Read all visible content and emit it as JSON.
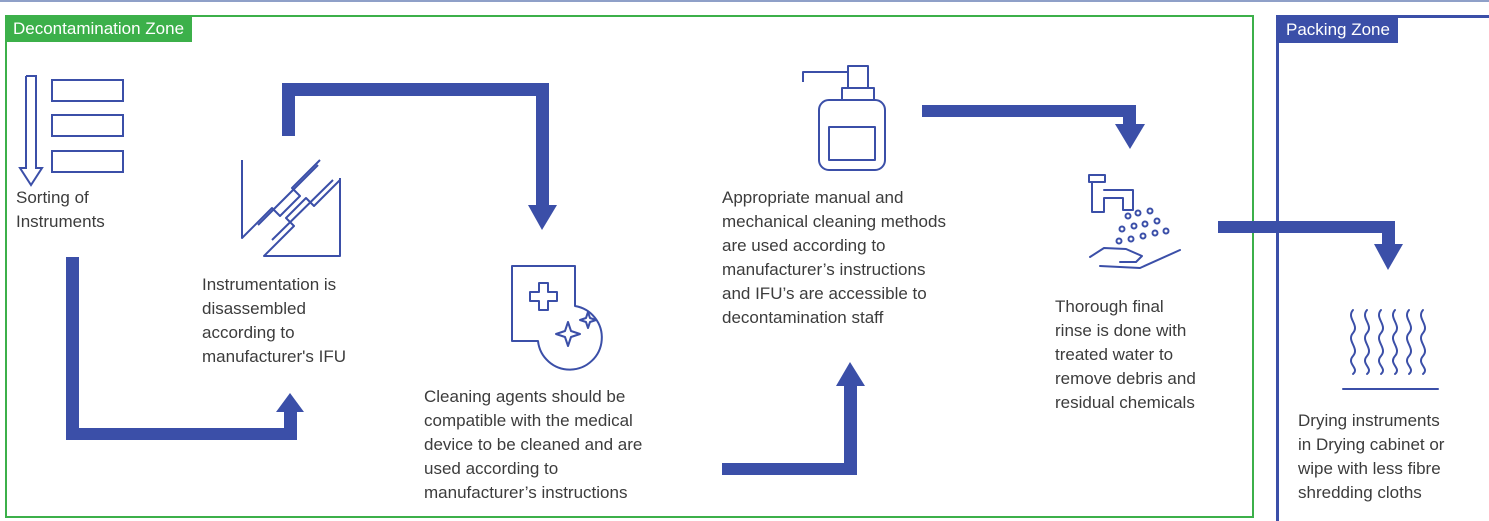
{
  "zones": {
    "decontamination": "Decontamination Zone",
    "packing": "Packing Zone"
  },
  "steps": [
    {
      "id": "sorting",
      "icon": "sorting-list-icon",
      "text": "Sorting of\nInstruments"
    },
    {
      "id": "disassembly",
      "icon": "disassembled-instrument-icon",
      "text": "Instrumentation is\ndisassembled\naccording to\nmanufacturer's IFU"
    },
    {
      "id": "cleaning-agents",
      "icon": "cleaning-agent-sparkle-icon",
      "text": "Cleaning agents should be\ncompatible with the medical\ndevice to be cleaned and are\nused according to\nmanufacturer’s instructions"
    },
    {
      "id": "cleaning-methods",
      "icon": "soap-dispenser-icon",
      "text": "Appropriate manual and\nmechanical cleaning methods\nare used according to\nmanufacturer’s instructions\nand IFU’s are accessible to\ndecontamination staff"
    },
    {
      "id": "final-rinse",
      "icon": "tap-rinse-hand-icon",
      "text": "Thorough final\nrinse is done with\ntreated water to\nremove debris and\nresidual chemicals"
    },
    {
      "id": "drying",
      "icon": "heat-waves-icon",
      "text": "Drying instruments\nin Drying cabinet or\nwipe with less fibre\nshredding cloths"
    }
  ],
  "colors": {
    "decontamination_zone": "#3cb04a",
    "packing_zone": "#3b4fa8",
    "flow_arrow": "#3b4fa8",
    "icon_stroke": "#3b4fa8",
    "text": "#3c3c3c"
  }
}
